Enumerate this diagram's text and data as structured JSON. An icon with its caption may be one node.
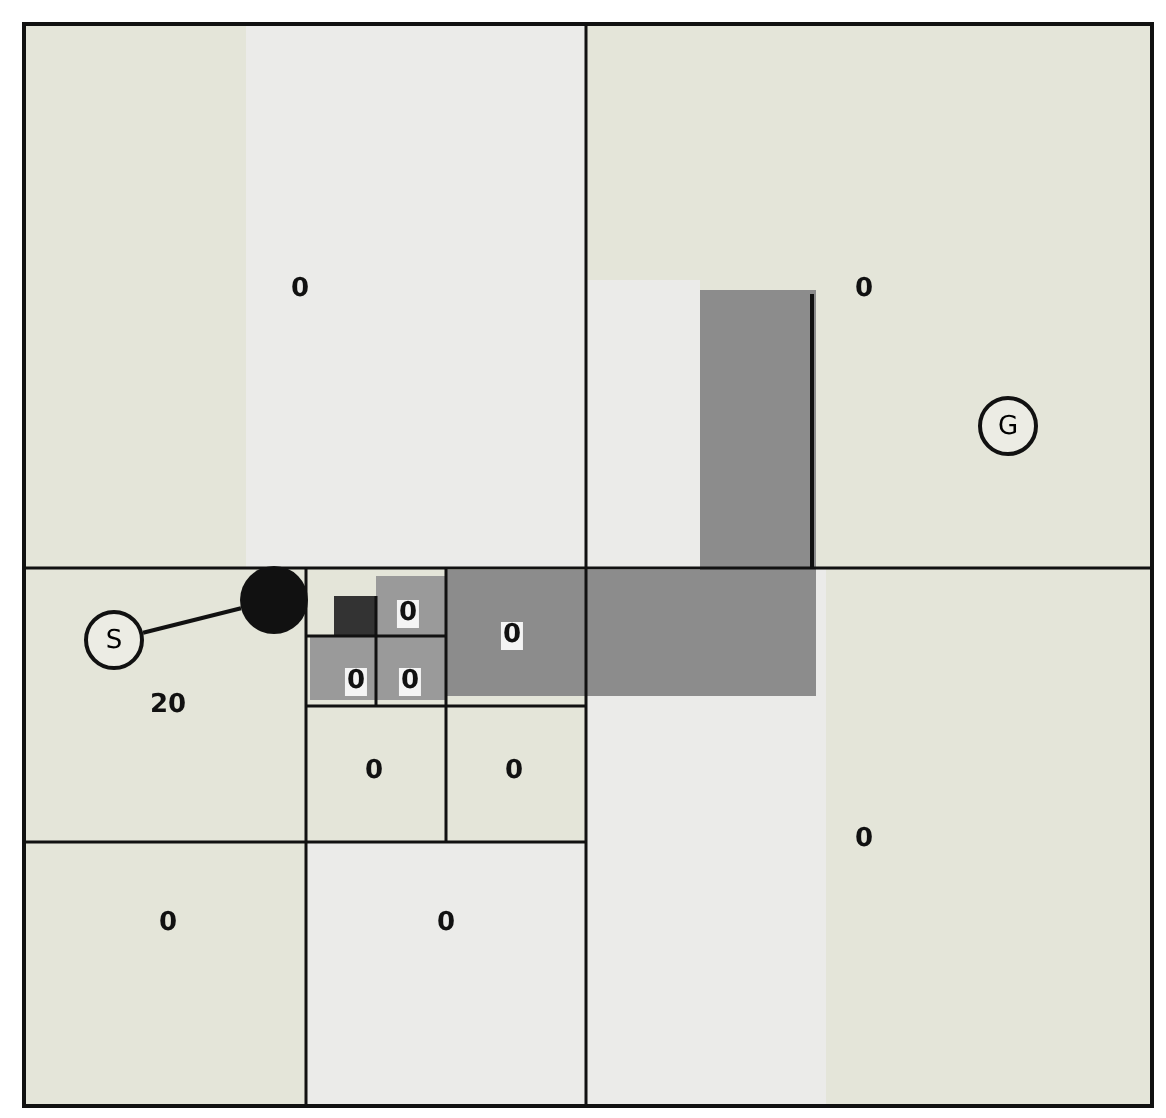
{
  "diagram": {
    "nodes": [
      {
        "text": [
          "S"
        ]
      },
      {
        "text": [],
        "shape": "circle"
      },
      {
        "text": [
          "G"
        ]
      }
    ],
    "edges": [
      {
        "from": 0,
        "to": 1,
        "arrow": "none"
      }
    ],
    "labels": [
      "0",
      "0",
      "0",
      "0",
      "0",
      "0",
      "20",
      "0",
      "0",
      "0",
      "0",
      "0"
    ]
  }
}
